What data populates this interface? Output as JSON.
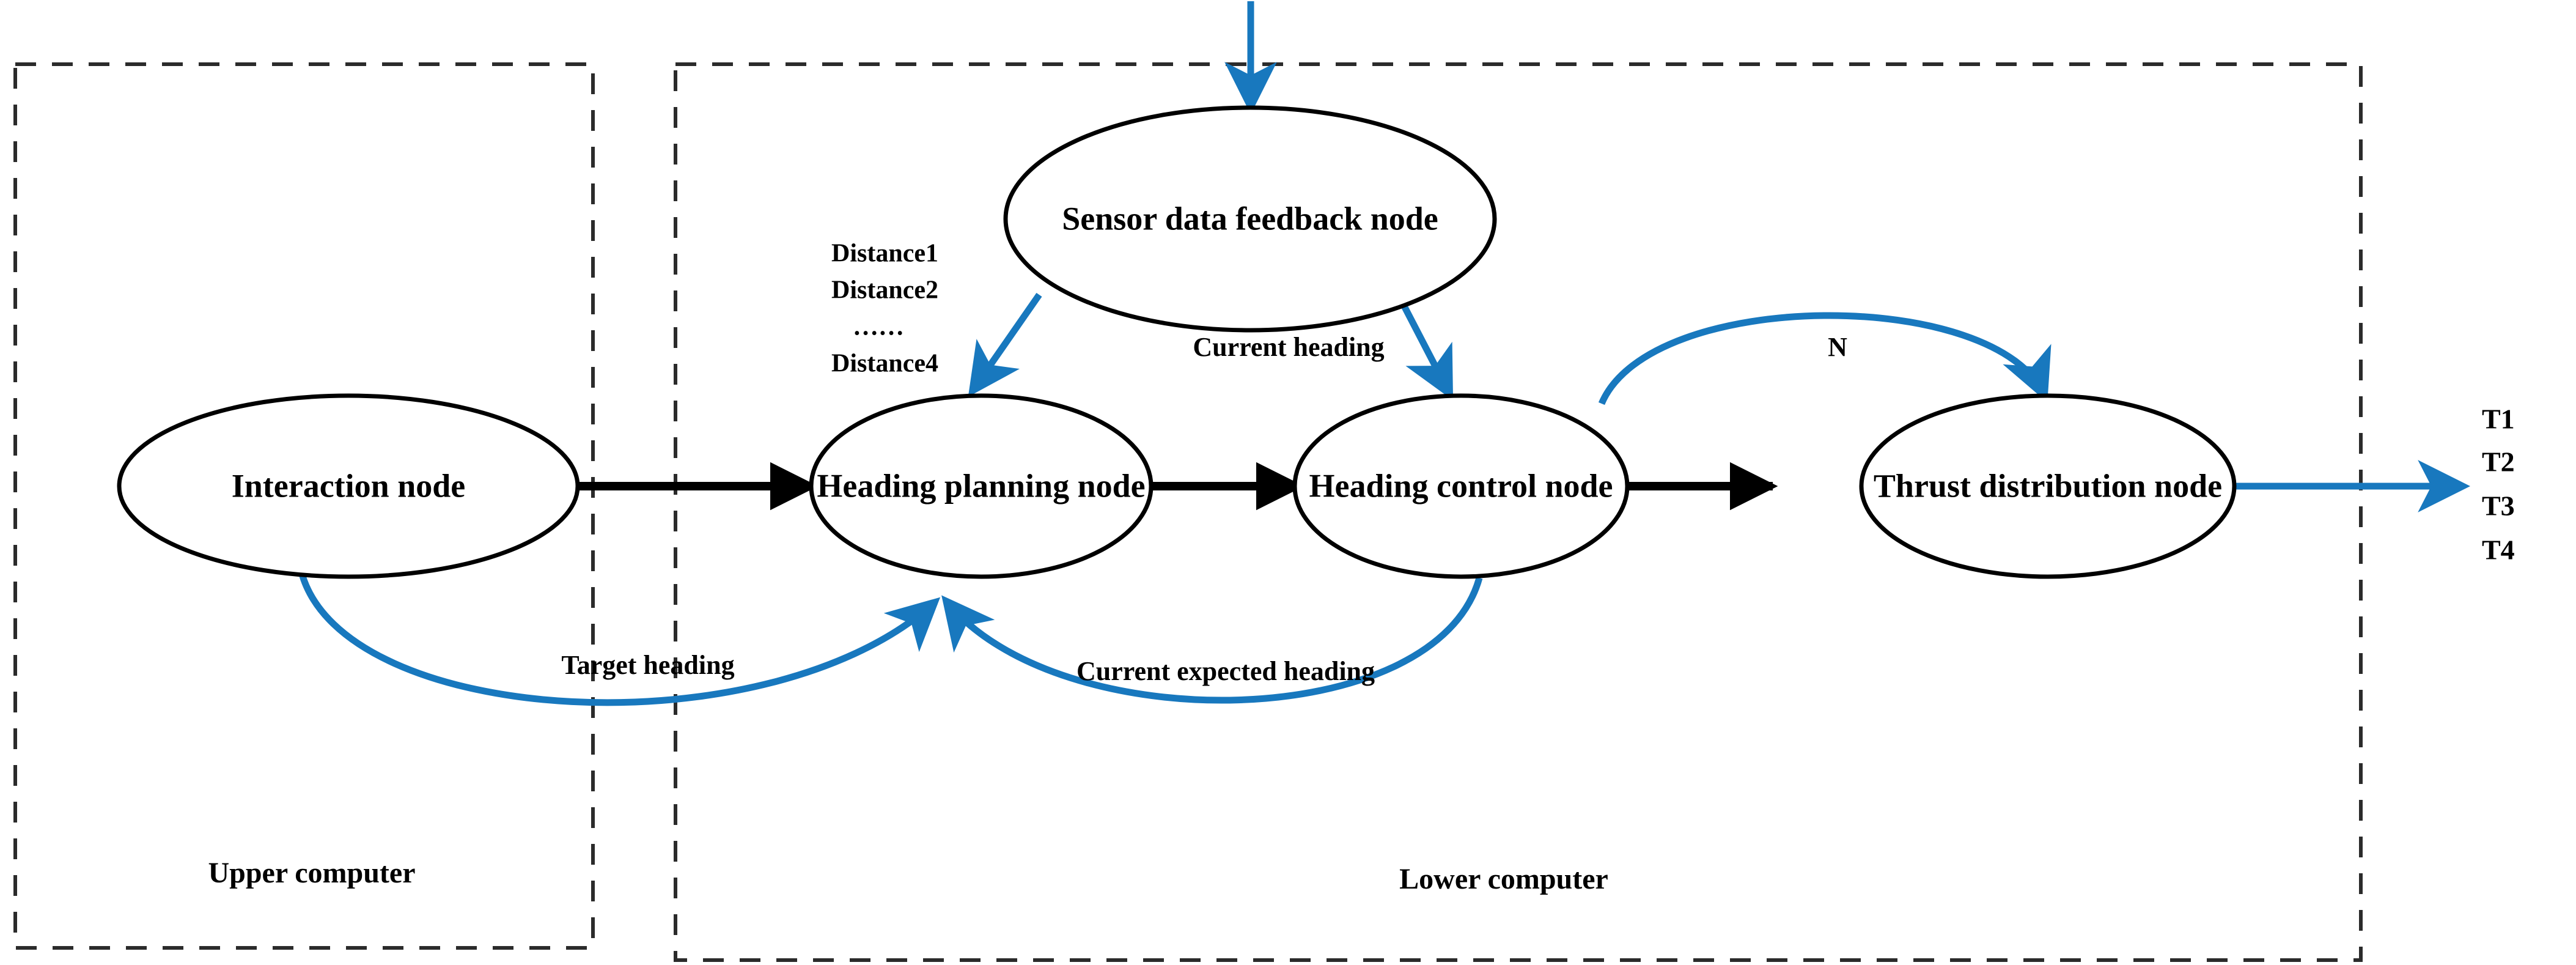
{
  "diagram": {
    "title": "ROS node architecture for heading control and thrust distribution",
    "colors": {
      "accent_blue": "#1878be",
      "edge_black": "#000000",
      "dashed_gray": "#2b2b2b",
      "background": "#ffffff"
    },
    "groups": [
      {
        "id": "upper",
        "label": "Upper computer"
      },
      {
        "id": "lower",
        "label": "Lower computer"
      }
    ],
    "nodes": [
      {
        "id": "interaction",
        "label": "Interaction node",
        "group": "upper"
      },
      {
        "id": "planning",
        "label": "Heading planning node",
        "group": "lower"
      },
      {
        "id": "control",
        "label": "Heading control node",
        "group": "lower"
      },
      {
        "id": "thrust",
        "label": "Thrust distribution node",
        "group": "lower"
      },
      {
        "id": "sensor",
        "label": "Sensor data feedback node",
        "group": "lower"
      }
    ],
    "edge_labels": {
      "distances": [
        "Distance1",
        "Distance2",
        "……",
        "Distance4"
      ],
      "current_heading": "Current heading",
      "n_label": "N",
      "target_heading": "Target  heading",
      "current_expected_heading": "Current expected heading"
    },
    "outputs": {
      "thrusts": [
        "T1",
        "T2",
        "T3",
        "T4"
      ]
    },
    "icons": {
      "arrow_head": "arrowhead-icon"
    }
  }
}
